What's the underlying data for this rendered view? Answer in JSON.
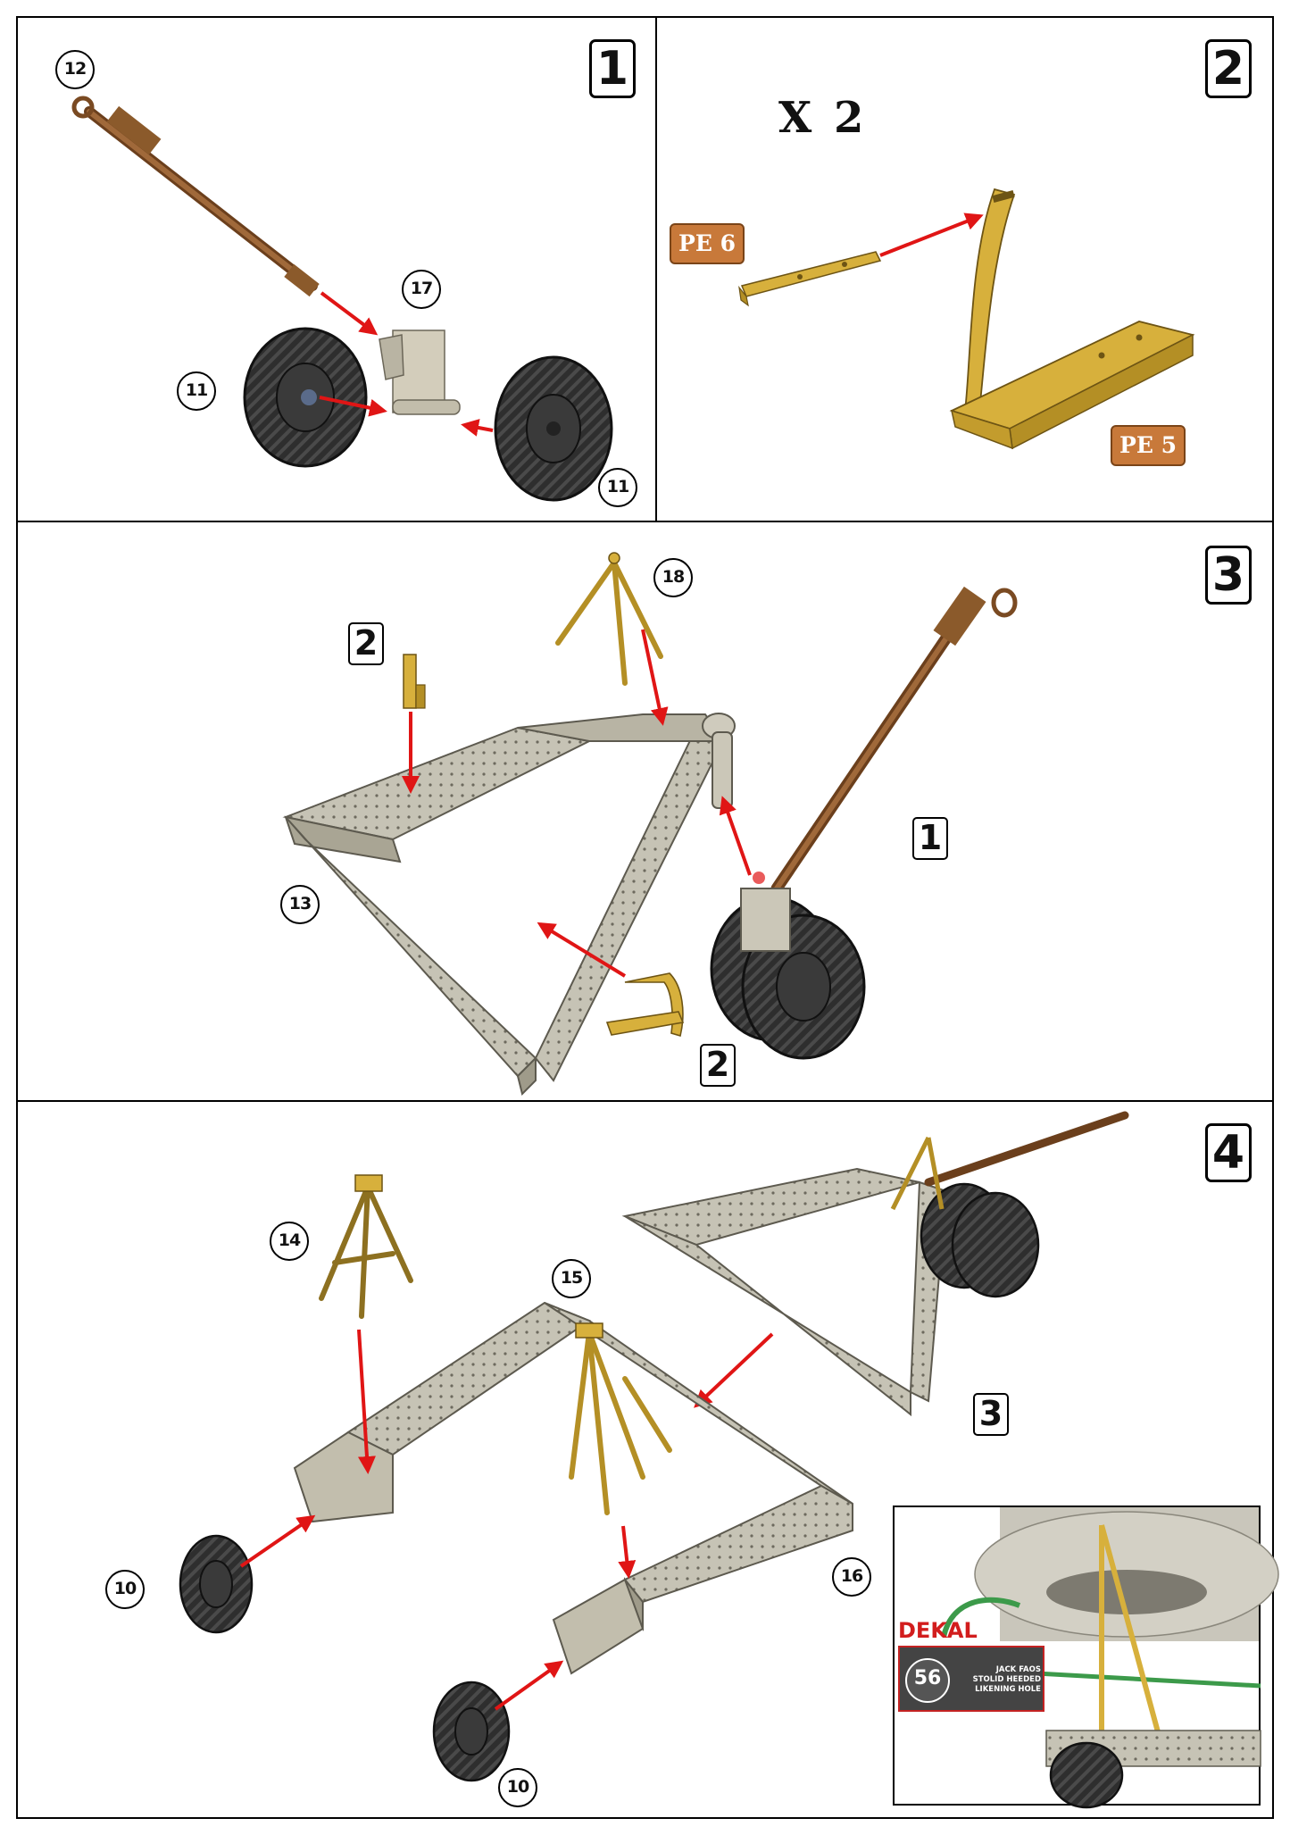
{
  "steps": {
    "s1": {
      "number": "1",
      "parts": {
        "rod": "12",
        "bracket": "17",
        "wheel_left": "11",
        "wheel_right": "11"
      }
    },
    "s2": {
      "number": "2",
      "multiplier": "X 2",
      "pe_bar": "PE 6",
      "pe_stand": "PE 5"
    },
    "s3": {
      "number": "3",
      "parts": {
        "tripod": "18",
        "frame": "13"
      },
      "refs": {
        "top_step": "2",
        "bottom_step": "2",
        "bogie": "1"
      }
    },
    "s4": {
      "number": "4",
      "parts": {
        "stand_left": "14",
        "stand_center": "15",
        "chassis": "16",
        "wheel_left": "10",
        "wheel_bottom": "10"
      },
      "refs": {
        "tow_frame": "3"
      }
    }
  },
  "inset": {
    "label": "DEKAL",
    "callout_number": "56",
    "callout_text": [
      "JACK FAOS",
      "STOLID  HEEDED",
      "LIKENING HOLE"
    ]
  },
  "colors": {
    "arrow": "#e01515",
    "brass": "#d7b03c",
    "steel": "#c3c0b2",
    "rust": "#9a6232",
    "tire": "#2a2a2a",
    "pe": "#c8793a"
  }
}
